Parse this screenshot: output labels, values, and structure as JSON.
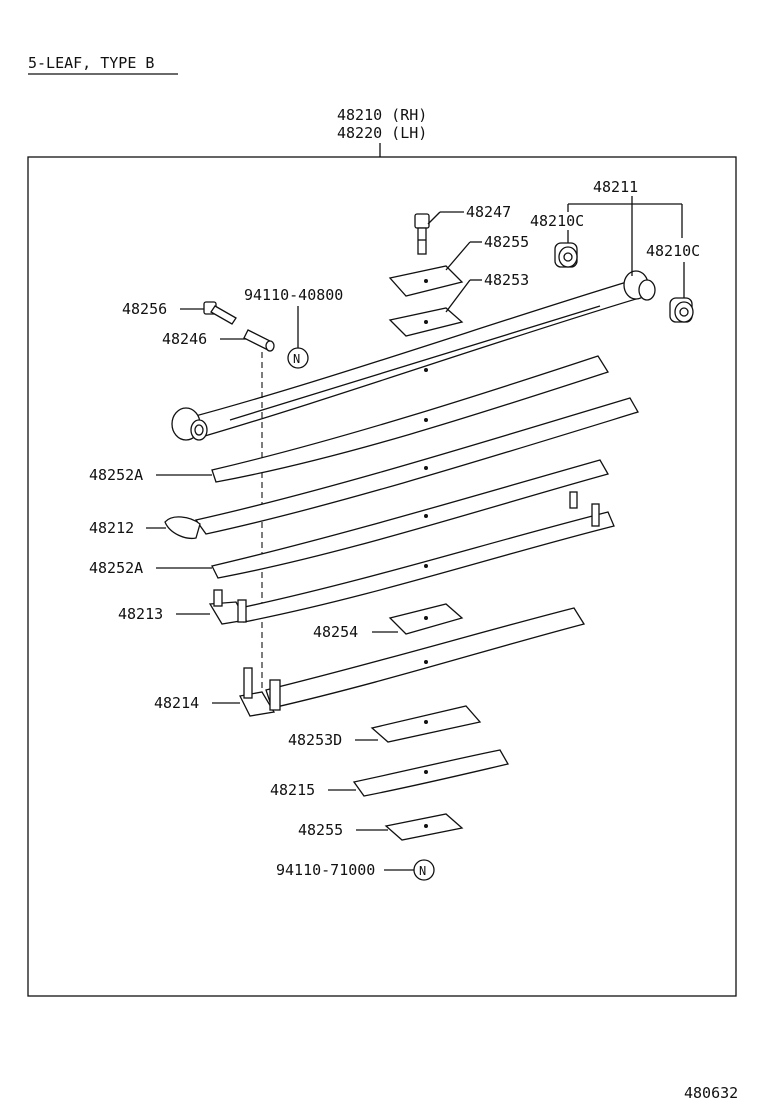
{
  "title": "5-LEAF, TYPE B",
  "assembly_labels": [
    "48210 (RH)",
    "48220 (LH)"
  ],
  "callouts": {
    "p48211": "48211",
    "p48247": "48247",
    "p48210c_left": "48210C",
    "p48255_top": "48255",
    "p48210c_right": "48210C",
    "p48253": "48253",
    "p48256": "48256",
    "p94110_40800": "94110-40800",
    "p48246": "48246",
    "p48252a_top": "48252A",
    "p48212": "48212",
    "p48252a_bottom": "48252A",
    "p48213": "48213",
    "p48254": "48254",
    "p48214": "48214",
    "p48253d": "48253D",
    "p48215": "48215",
    "p48255_bottom": "48255",
    "p94110_71000": "94110-71000"
  },
  "marker_symbol": "N",
  "figure_number": "480632"
}
